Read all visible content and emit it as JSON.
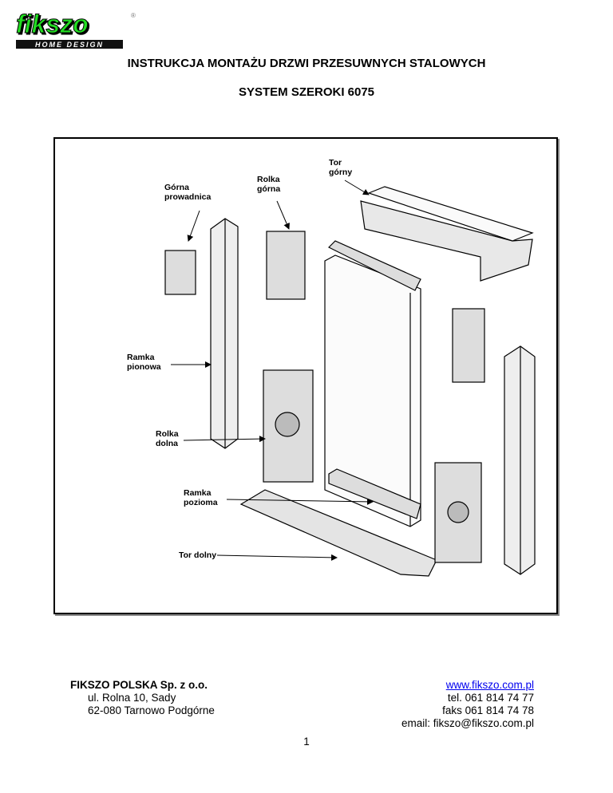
{
  "logo": {
    "brand": "fikszo",
    "tagline": "HOME DESIGN",
    "registered": "®",
    "colors": {
      "green": "#22dd22",
      "black": "#000000"
    }
  },
  "header": {
    "title": "INSTRUKCJA MONTAŻU DRZWI PRZESUWNYCH STALOWYCH",
    "subtitle": "SYSTEM SZEROKI 6075"
  },
  "figure": {
    "labels": {
      "tor_gorny": [
        "Tor",
        "górny"
      ],
      "rolka_gorna": [
        "Rolka",
        "górna"
      ],
      "gorna_prowadnica": [
        "Górna",
        "prowadnica"
      ],
      "ramka_pionowa": [
        "Ramka",
        "pionowa"
      ],
      "rolka_dolna": [
        "Rolka",
        "dolna"
      ],
      "ramka_pozioma": [
        "Ramka",
        "pozioma"
      ],
      "tor_dolny": [
        "Tor dolny"
      ]
    }
  },
  "footer": {
    "company": "FIKSZO POLSKA Sp. z o.o.",
    "street": "ul. Rolna 10, Sady",
    "city": "62-080 Tarnowo Podgórne",
    "website": "www.fikszo.com.pl",
    "tel": "tel. 061 814 74 77",
    "fax": "faks 061 814 74 78",
    "email": "email: fikszo@fikszo.com.pl",
    "page_number": "1"
  }
}
